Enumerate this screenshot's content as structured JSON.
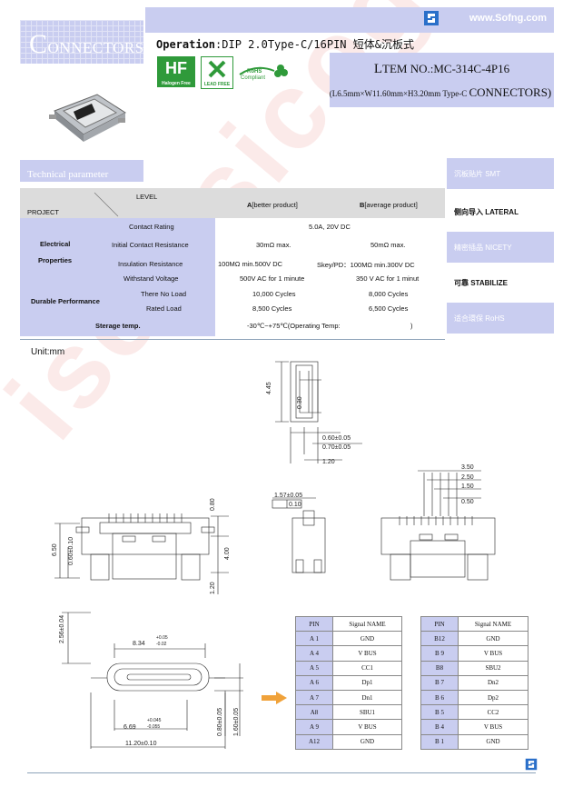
{
  "header": {
    "site": "www.Sofng.com",
    "brand_initial": "C",
    "brand_rest": "ONNECTORS",
    "operation_label": "Operation",
    "operation_value": ":DIP 2.0Type-C/16PIN 短体&沉板式",
    "item_initial": "L",
    "item_no": "TEM NO.:MC-314C-4P16",
    "dims_text": "(L6.5mm×W11.60mm×H3.20mm Type-C ",
    "dims_suffix": "CONNECTORS)",
    "badges": {
      "hf": "HF",
      "hf_sub": "Halogen Free",
      "lf_sub": "LEAD FREE",
      "rohs": "RoHS",
      "rohs_sub": "Compliant"
    }
  },
  "tech": {
    "title": "Technical parameter",
    "level": "LEVEL",
    "project": "PROJECT",
    "col_a_key": "A",
    "col_a": "[better product]",
    "col_b_key": "B",
    "col_b": "[average product]",
    "groups": {
      "electrical": "Electrical",
      "properties": "Properties",
      "durable": "Durable Performance",
      "storage": "Sterage temp."
    },
    "rows": [
      {
        "label": "Contact Rating",
        "a": "5.0A, 20V DC",
        "b": ""
      },
      {
        "label": "Initial Contact Resistance",
        "a": "30mΩ max.",
        "b": "50mΩ max."
      },
      {
        "label": "Insulation Resistance",
        "a": "100MΩ min.500V DC",
        "b": "Skey/PD：100MΩ min.300V DC"
      },
      {
        "label": "Withstand Voltage",
        "a": "500V AC for 1 minute",
        "b": "350 V AC for 1 minut"
      },
      {
        "label": "There No Load",
        "a": "10,000 Cycles",
        "b": "8,000 Cycles"
      },
      {
        "label": "Rated Load",
        "a": "8,500 Cycles",
        "b": "6,500 Cycles"
      },
      {
        "label": "",
        "a": "-30℃~+75℃(Operating Temp:",
        "b": ")"
      }
    ]
  },
  "side_tabs": [
    {
      "label": "沉板贴片 SMT",
      "style": "blue"
    },
    {
      "label": "侧向导入 LATERAL",
      "style": "light"
    },
    {
      "label": "精密插品 NICETY",
      "style": "blue"
    },
    {
      "label": "可靠 STABILIZE",
      "style": "light"
    },
    {
      "label": "适合環保 RoHS",
      "style": "blue"
    }
  ],
  "unit": "Unit:mm",
  "drawing_dims": {
    "d445": "4.45",
    "d030": "0.30",
    "d060": "0.60±0.05",
    "d070": "0.70±0.05",
    "d120": "1.20",
    "d350": "3.50",
    "d250": "2.50",
    "d150": "1.50",
    "d050": "0.50",
    "d157": "1.57±0.05",
    "d010": "0.10",
    "d080": "0.80",
    "d400": "4.00",
    "d120b": "1.20",
    "d650": "6.50",
    "d060b": "0.60±0.10",
    "d256": "2.56±0.04",
    "d834": "8.34",
    "d834tol_up": "+0.05",
    "d834tol_dn": "-0.02",
    "d669": "6.69",
    "d669tol_up": "+0.045",
    "d669tol_dn": "-0.055",
    "d1120": "11.20±0.10",
    "d080b": "0.80±0.05",
    "d160": "1.60±0.05"
  },
  "pin_table": {
    "headers": [
      "PIN",
      "Signal NAME",
      "PIN",
      "Signal NAME"
    ],
    "rows": [
      [
        "A 1",
        "GND",
        "B12",
        "GND"
      ],
      [
        "A 4",
        "V BUS",
        "B 9",
        "V BUS"
      ],
      [
        "A 5",
        "CC1",
        "B8",
        "SBU2"
      ],
      [
        "A 6",
        "Dp1",
        "B 7",
        "Dn2"
      ],
      [
        "A 7",
        "Dn1",
        "B 6",
        "Dp2"
      ],
      [
        "A8",
        "SBU1",
        "B 5",
        "CC2"
      ],
      [
        "A 9",
        "V BUS",
        "B 4",
        "V BUS"
      ],
      [
        "A12",
        "GND",
        "B 1",
        "GND"
      ]
    ]
  },
  "watermark": "isee.sicog.com",
  "colors": {
    "panel": "#c9cdf0",
    "line": "#8da3b8",
    "hf_green": "#2f9a3a",
    "arrow": "#f0a23a"
  }
}
